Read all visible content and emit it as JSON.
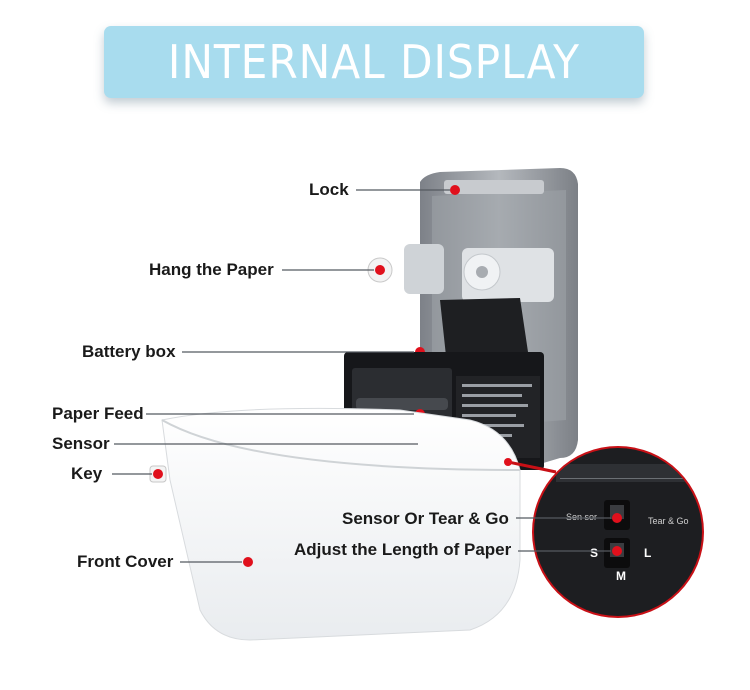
{
  "banner": {
    "title": "INTERNAL DISPLAY"
  },
  "callouts": {
    "lock": "Lock",
    "hang_paper": "Hang the Paper",
    "battery_box": "Battery box",
    "paper_feed": "Paper Feed",
    "sensor": "Sensor",
    "key": "Key",
    "front_cover": "Front Cover",
    "sensor_or_tear": "Sensor Or Tear & Go",
    "adjust_length": "Adjust the Length of Paper"
  },
  "zoom_panel": {
    "switch1_left": "Sen sor",
    "switch1_right": "Tear & Go",
    "switch2_s": "S",
    "switch2_l": "L",
    "switch2_m": "M"
  },
  "colors": {
    "banner": "#a8dcee",
    "marker": "#e0101c",
    "housing": "#8c9096"
  }
}
